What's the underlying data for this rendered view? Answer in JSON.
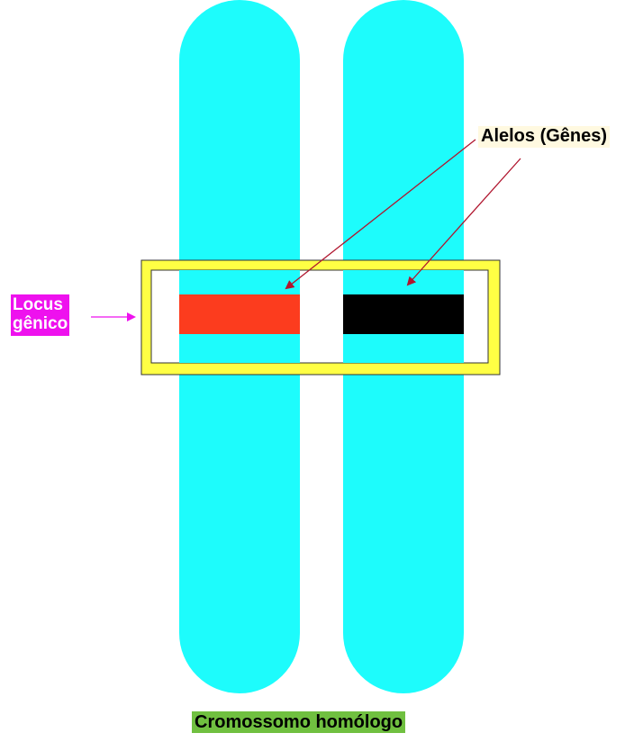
{
  "labels": {
    "alleles": "Alelos (Gênes)",
    "locus_line1": "Locus",
    "locus_line2": "gênico",
    "caption": "Cromossomo homólogo"
  },
  "colors": {
    "chromatid": "#1dfcfc",
    "allele_left": "#fc3c1e",
    "allele_right": "#000000",
    "locus_frame": "#ffff44",
    "alleles_label_bg": "#fff9e0",
    "locus_label_bg": "#ee11ee",
    "caption_bg": "#70c040",
    "allele_arrow": "#b0152e",
    "locus_arrow": "#ee11ee"
  },
  "icons": {
    "allele_arrows": "arrow-icon",
    "locus_arrow": "arrow-icon"
  }
}
